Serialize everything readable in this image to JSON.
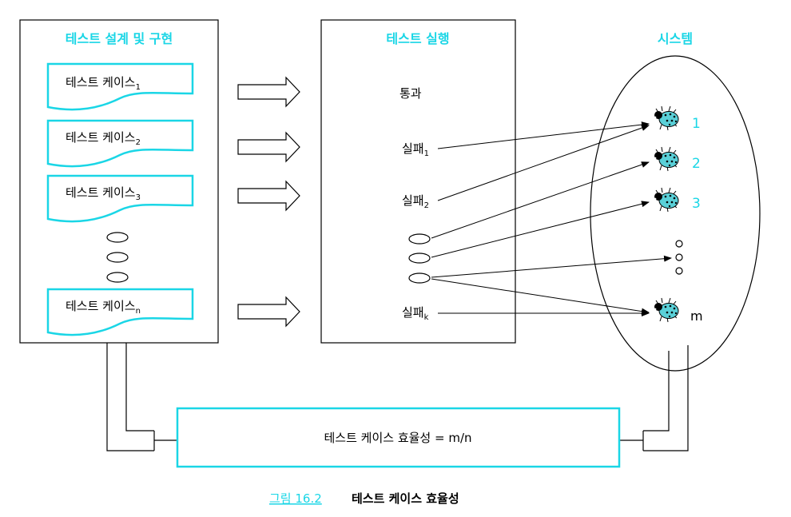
{
  "colors": {
    "accent": "#1ad6e6",
    "bug_body": "#5ad0d8",
    "line": "#000000",
    "background": "#ffffff"
  },
  "design": {
    "title": "테스트 설계 및 구현",
    "test_cases": [
      {
        "label": "테스트 케이스",
        "sub": "1"
      },
      {
        "label": "테스트 케이스",
        "sub": "2"
      },
      {
        "label": "테스트 케이스",
        "sub": "3"
      },
      {
        "label": "테스트 케이스",
        "sub": "n"
      }
    ]
  },
  "execution": {
    "title": "테스트 실행",
    "pass_label": "통과",
    "failures": [
      {
        "label": "실패",
        "sub": "1"
      },
      {
        "label": "실패",
        "sub": "2"
      },
      {
        "label": "실패",
        "sub": "k"
      }
    ]
  },
  "system": {
    "title": "시스템",
    "bugs": [
      "1",
      "2",
      "3",
      "m"
    ],
    "bug_icon": "ladybug-icon"
  },
  "efficiency": {
    "formula": "테스트 케이스 효율성 = m/n"
  },
  "caption": {
    "figure_number": "그림 16.2",
    "title": "테스트 케이스 효율성"
  }
}
